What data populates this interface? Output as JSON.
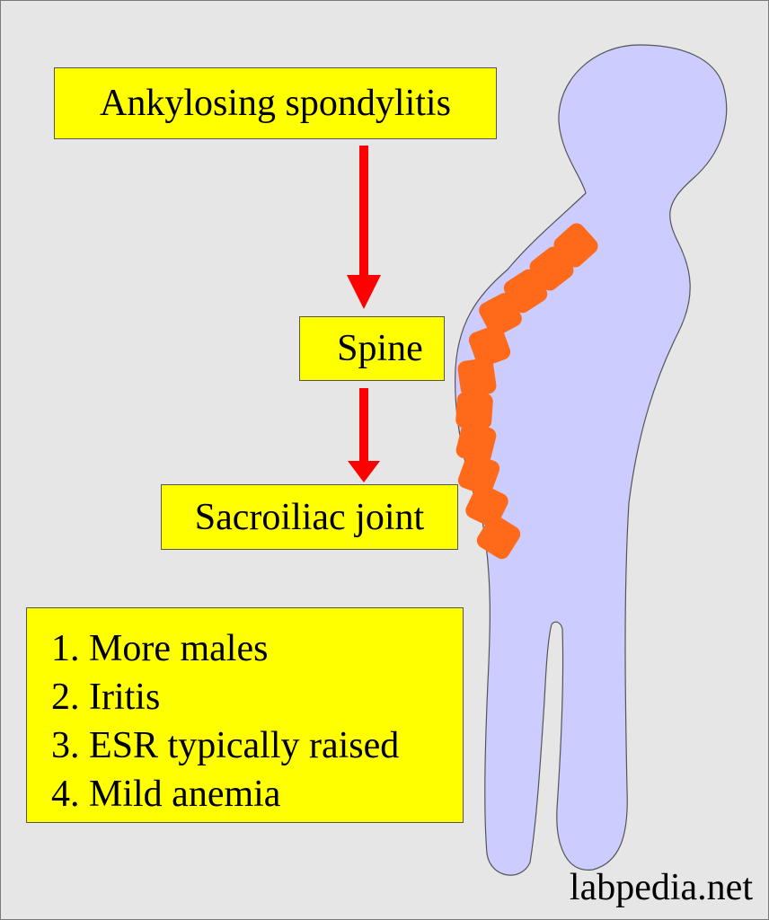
{
  "title_box": {
    "label": "Ankylosing spondylitis"
  },
  "flow": [
    {
      "label": "Spine"
    },
    {
      "label": "Sacroiliac joint"
    }
  ],
  "features": [
    {
      "text": "1. More males"
    },
    {
      "text": "2. Iritis"
    },
    {
      "text": "3. ESR typically raised"
    },
    {
      "text": "4. Mild anemia"
    }
  ],
  "brand": "labpedia.net",
  "colors": {
    "background": "#e6e6e6",
    "box_fill": "#ffff00",
    "arrow": "#ff0000",
    "body_fill": "#ccccff",
    "vertebra": "#ff6a1a"
  }
}
